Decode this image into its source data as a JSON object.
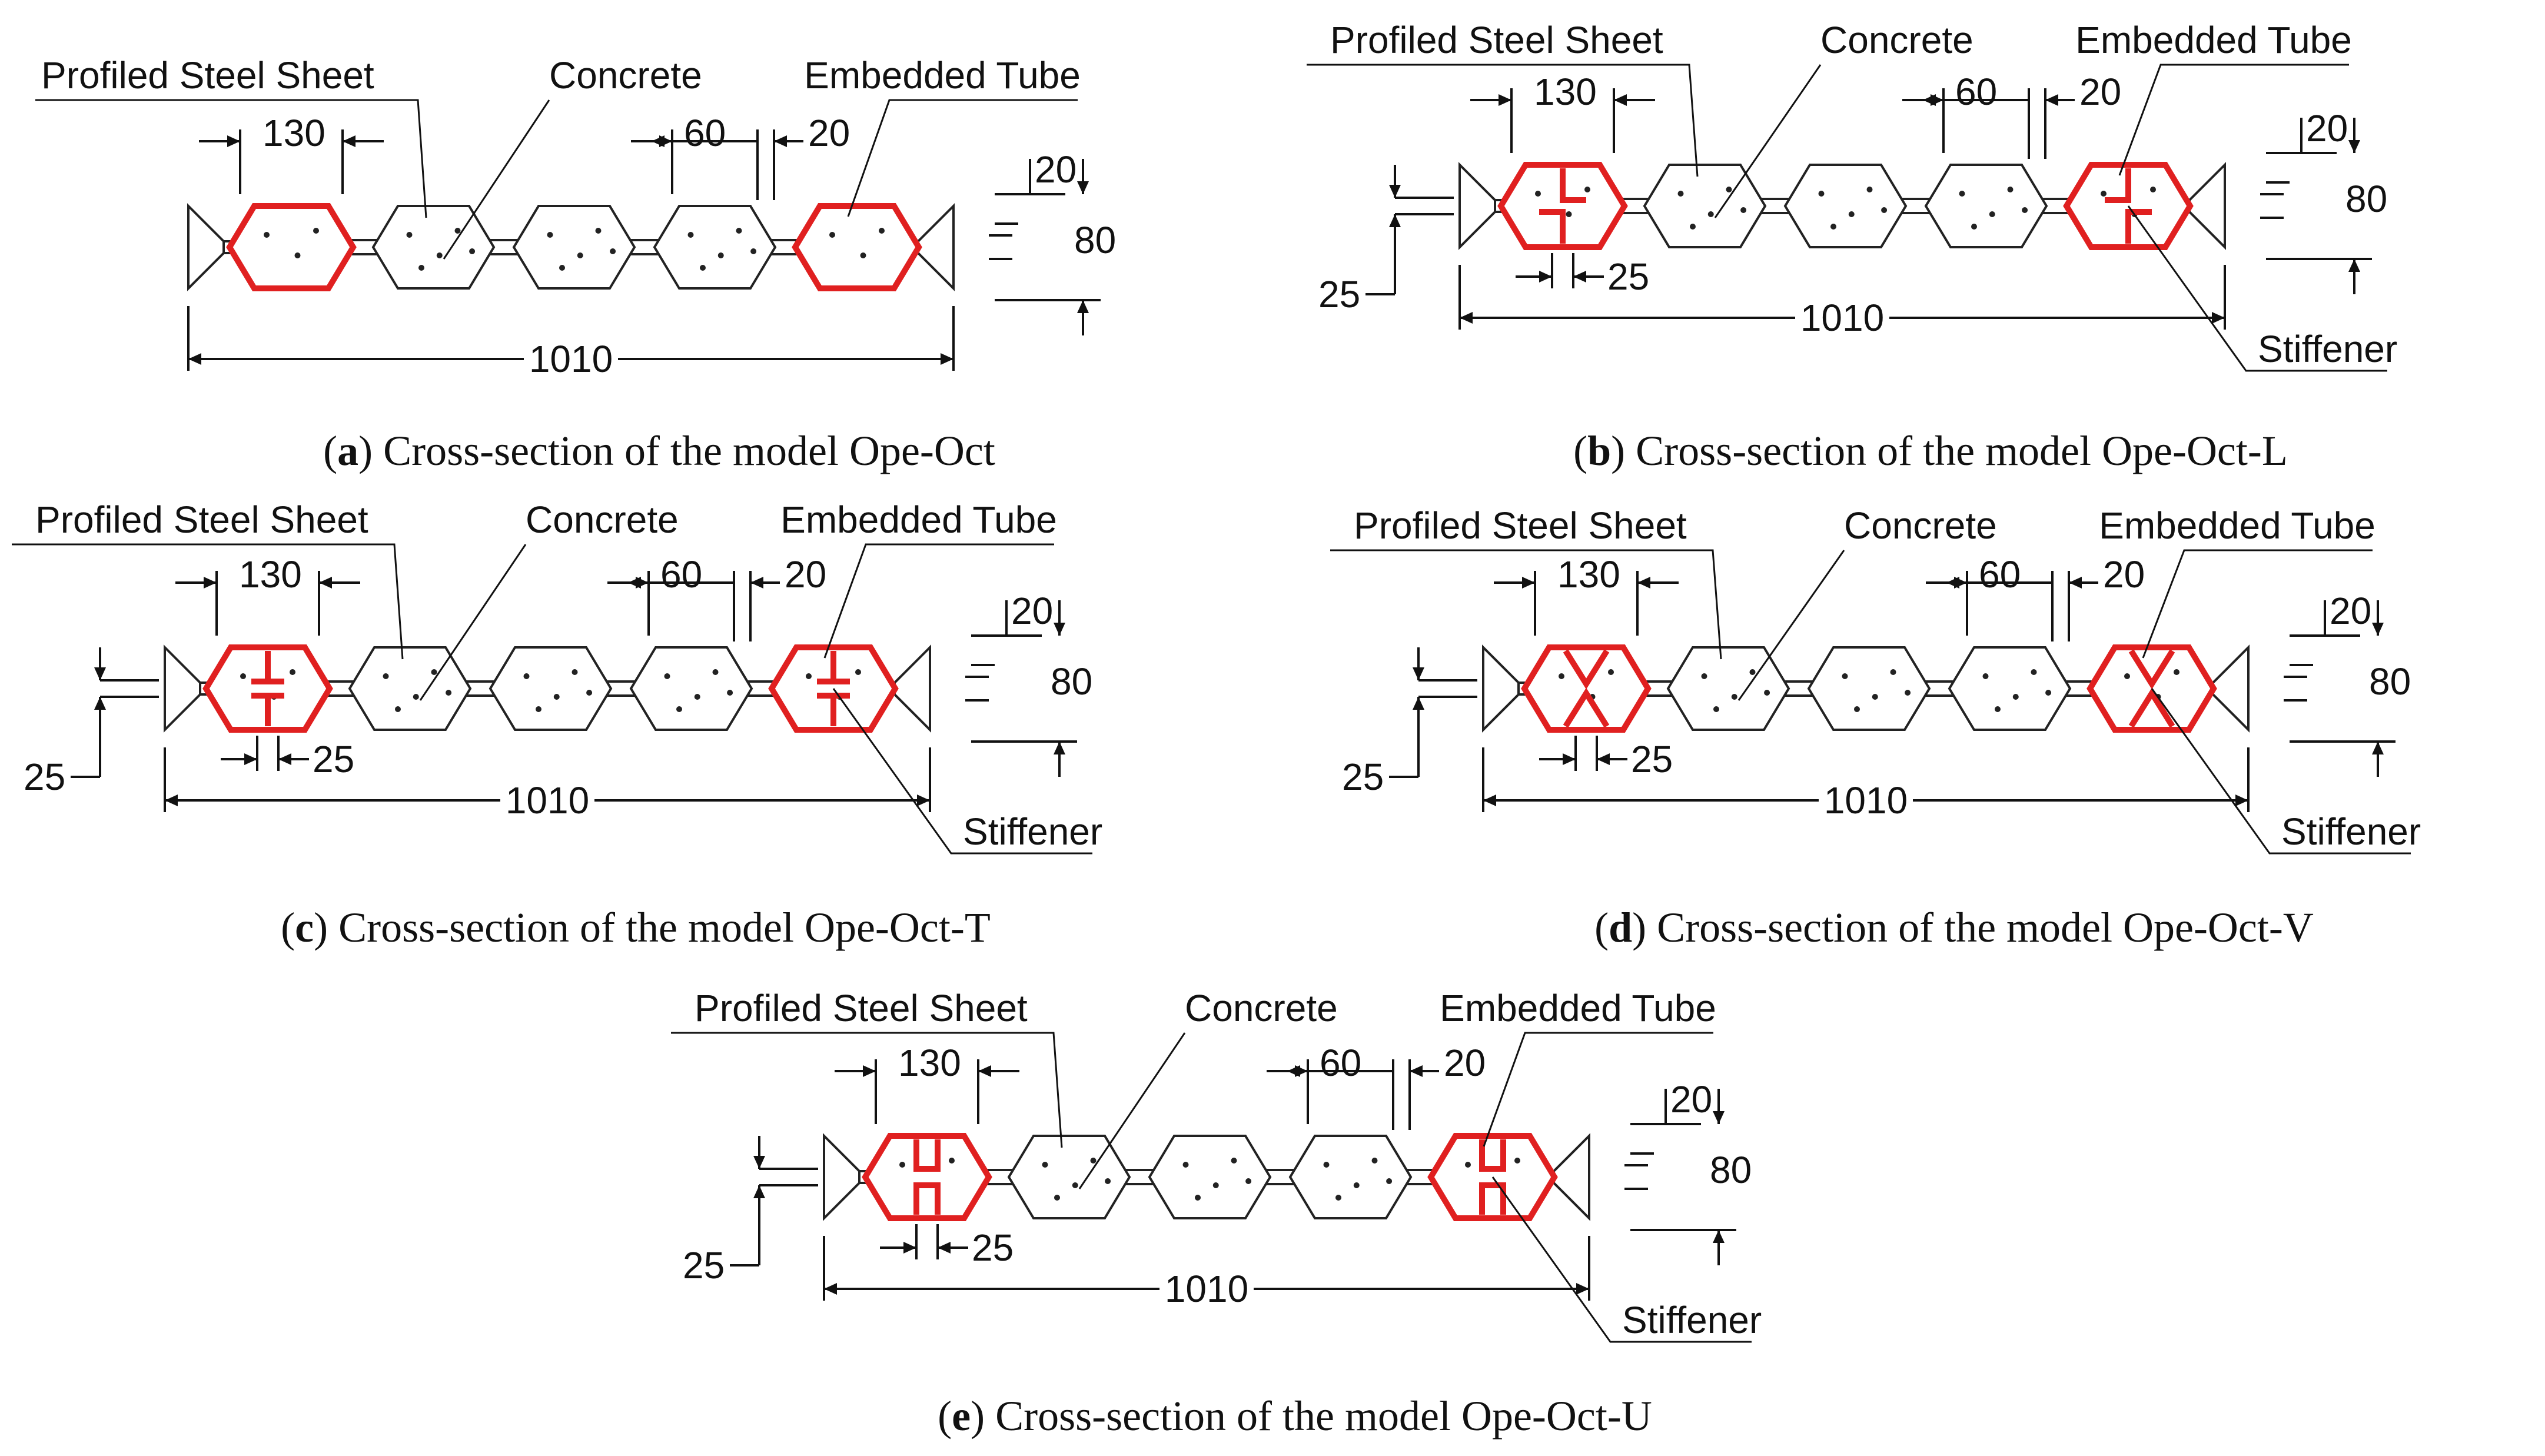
{
  "labels": {
    "profiled_steel_sheet": "Profiled Steel Sheet",
    "concrete": "Concrete",
    "embedded_tube": "Embedded Tube",
    "stiffener": "Stiffener"
  },
  "dimensions": {
    "tube_width": "130",
    "concrete_width": "60",
    "web": "20",
    "flange": "20",
    "height": "80",
    "total_width": "1010",
    "side_height": "25",
    "stiffener_offset": "25"
  },
  "colors": {
    "tube": "#e02020",
    "line": "#222222"
  },
  "panels": [
    {
      "letter": "a",
      "caption": ") Cross-section of the model Ope-Oct",
      "stiffener": "none"
    },
    {
      "letter": "b",
      "caption": ") Cross-section of the model Ope-Oct-L",
      "stiffener": "L"
    },
    {
      "letter": "c",
      "caption": ") Cross-section of the model Ope-Oct-T",
      "stiffener": "T"
    },
    {
      "letter": "d",
      "caption": ") Cross-section of the model Ope-Oct-V",
      "stiffener": "V"
    },
    {
      "letter": "e",
      "caption": ") Cross-section of the model Ope-Oct-U",
      "stiffener": "U"
    }
  ]
}
